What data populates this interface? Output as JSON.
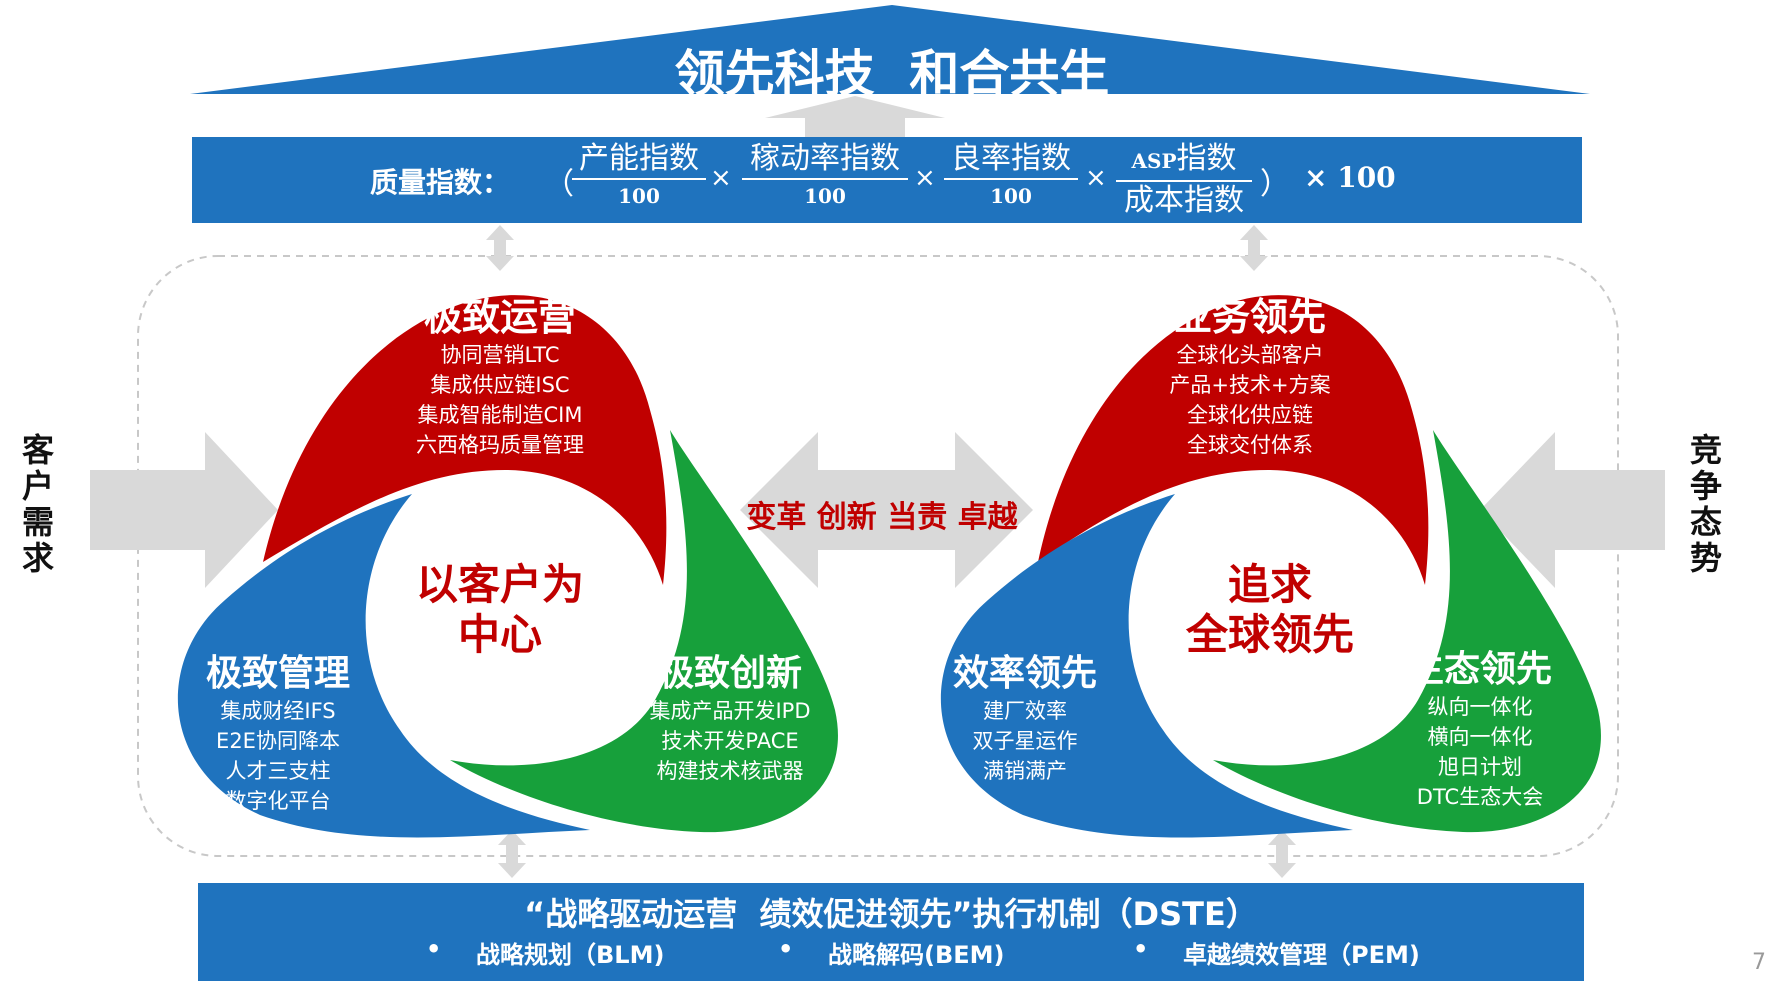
{
  "banner": {
    "title": "领先科技  和合共生"
  },
  "formula": {
    "label": "质量指数：",
    "open_paren": "（",
    "close_paren": "）",
    "times": "×",
    "fractions": [
      {
        "num": "产能指数",
        "den": "100"
      },
      {
        "num": "稼动率指数",
        "den": "100"
      },
      {
        "num": "良率指数",
        "den": "100"
      },
      {
        "num_small": "ASP",
        "num": "指数",
        "den": "成本指数"
      }
    ],
    "multiplier": "× 100"
  },
  "left_cycle": {
    "center": [
      "以客户为",
      "中心"
    ],
    "top": {
      "title": "极致运营",
      "items": [
        "协同营销LTC",
        "集成供应链ISC",
        "集成智能制造CIM",
        "六西格玛质量管理"
      ]
    },
    "left": {
      "title": "极致管理",
      "items": [
        "集成财经IFS",
        "E2E协同降本",
        "人才三支柱",
        "数字化平台"
      ]
    },
    "right": {
      "title": "极致创新",
      "items": [
        "集成产品开发IPD",
        "技术开发PACE",
        "构建技术核武器"
      ]
    }
  },
  "right_cycle": {
    "center": [
      "追求",
      "全球领先"
    ],
    "top": {
      "title": "业务领先",
      "items": [
        "全球化头部客户",
        "产品+技术+方案",
        "全球化供应链",
        "全球交付体系"
      ]
    },
    "left": {
      "title": "效率领先",
      "items": [
        "建厂效率",
        "双子星运作",
        "满销满产"
      ]
    },
    "right": {
      "title": "生态领先",
      "items": [
        "纵向一体化",
        "横向一体化",
        "旭日计划",
        "DTC生态大会"
      ]
    }
  },
  "middle_values": "变革 创新 当责 卓越",
  "side_left": [
    "客",
    "户",
    "需",
    "求"
  ],
  "side_right": [
    "竞",
    "争",
    "态",
    "势"
  ],
  "bottom": {
    "title": "“战略驱动运营  绩效促进领先”执行机制（DSTE）",
    "bullets": [
      "战略规划（BLM)",
      "战略解码(BEM)",
      "卓越绩效管理（PEM)"
    ],
    "bullet_mark": "•"
  },
  "page_number": "7",
  "colors": {
    "blue": "#1F73BE",
    "red": "#C00000",
    "green": "#17A03B",
    "grey": "#D9D9D9",
    "dark_red": "#C00000"
  }
}
